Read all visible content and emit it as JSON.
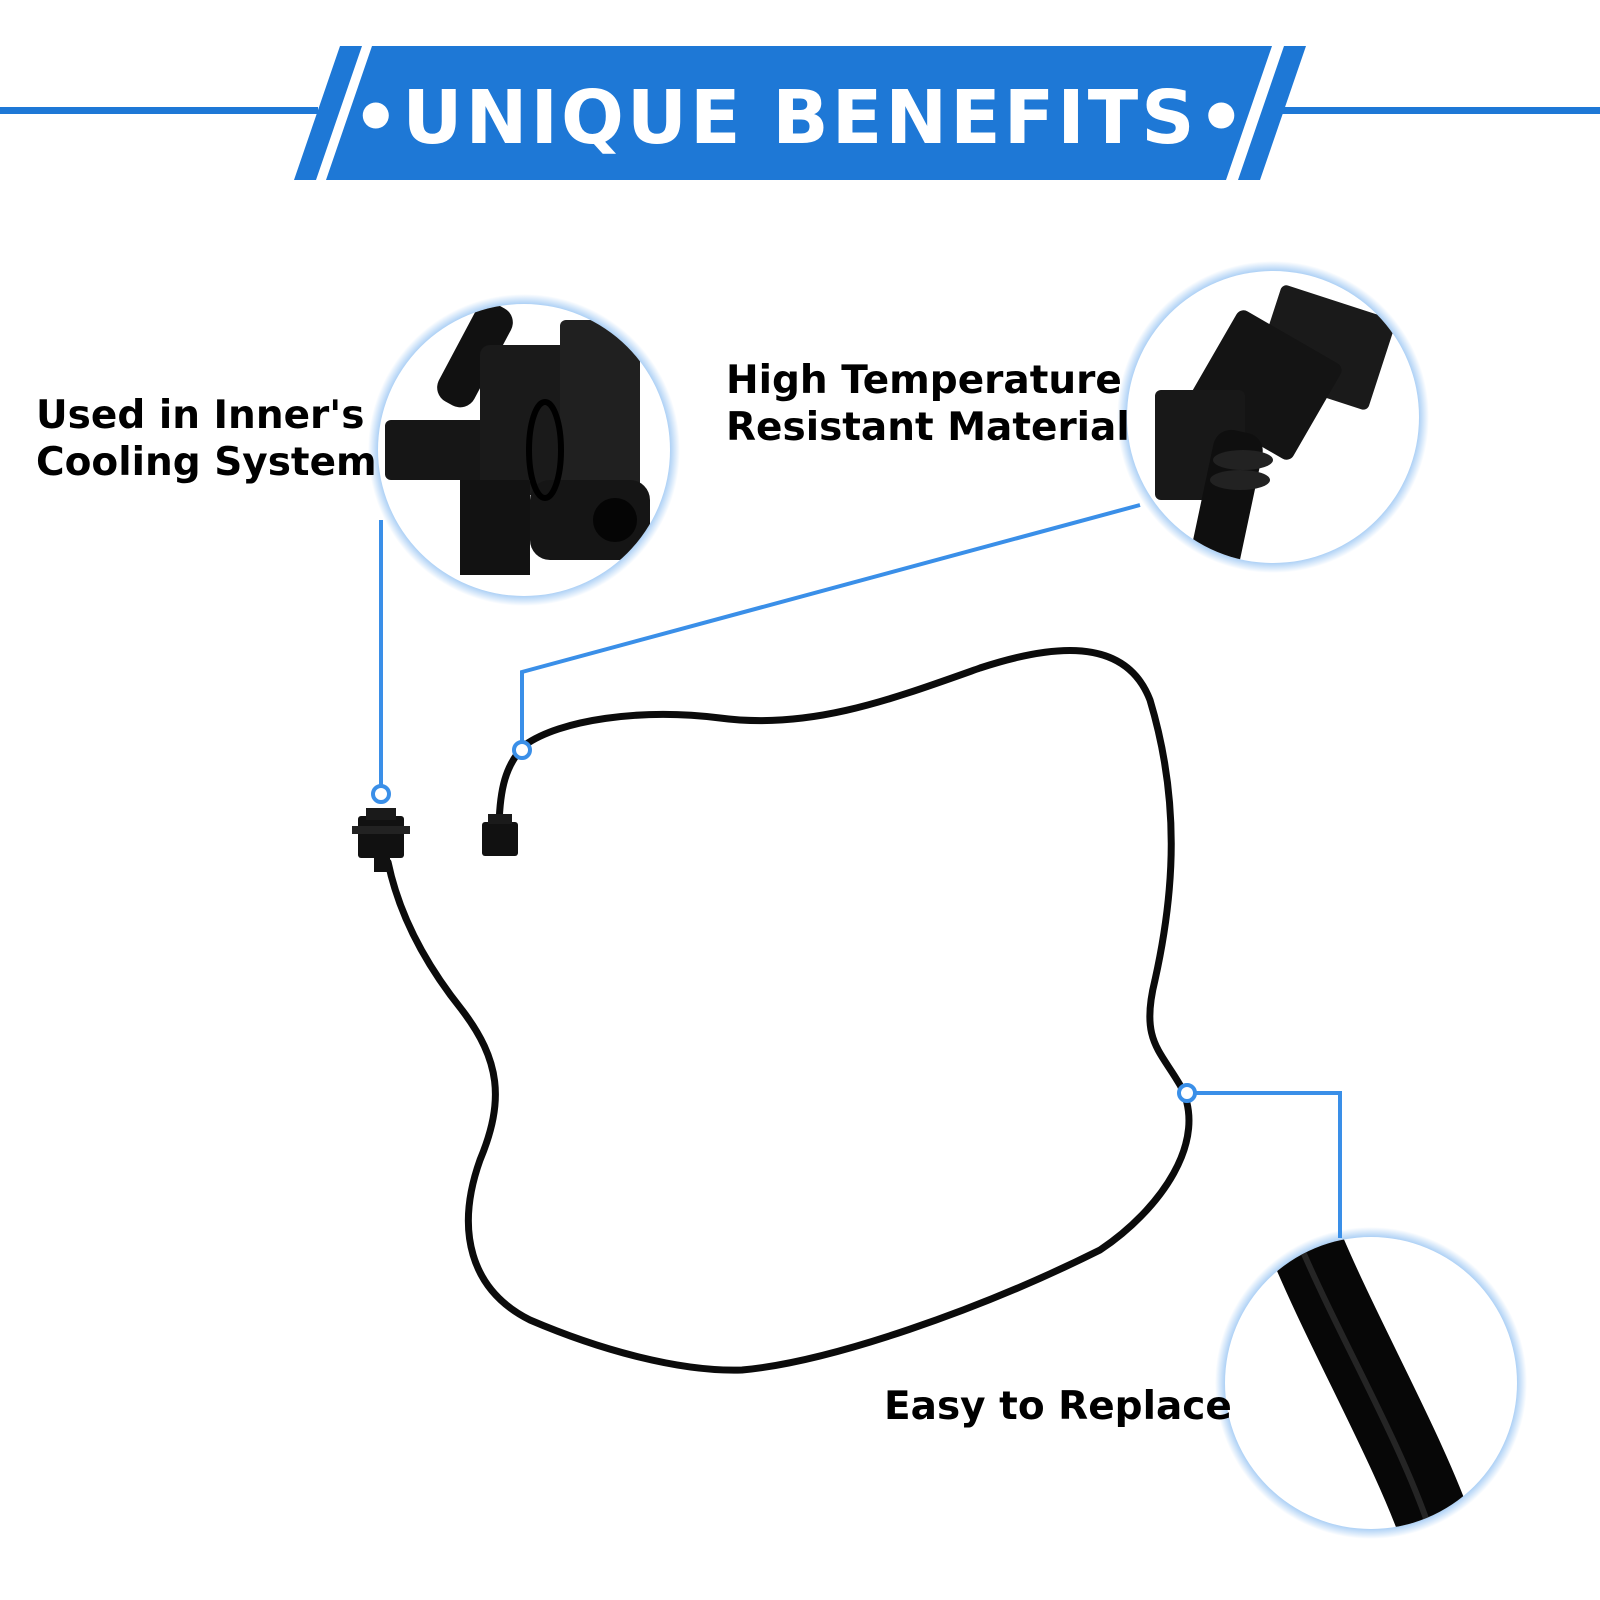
{
  "header": {
    "title": "•UNIQUE BENEFITS•",
    "accent_color": "#1e78d6"
  },
  "features": [
    {
      "name": "cooling-system",
      "lines": [
        "Used in Inner's",
        "Cooling System"
      ]
    },
    {
      "name": "high-temperature",
      "lines": [
        "High Temperature",
        "Resistant Material"
      ]
    },
    {
      "name": "easy-replace",
      "lines": [
        "Easy to Replace"
      ]
    }
  ],
  "colors": {
    "accent": "#1e78d6",
    "callout_line": "#3a8fe8",
    "hose": "#0b0b0b",
    "text": "#000000",
    "background": "#ffffff"
  }
}
